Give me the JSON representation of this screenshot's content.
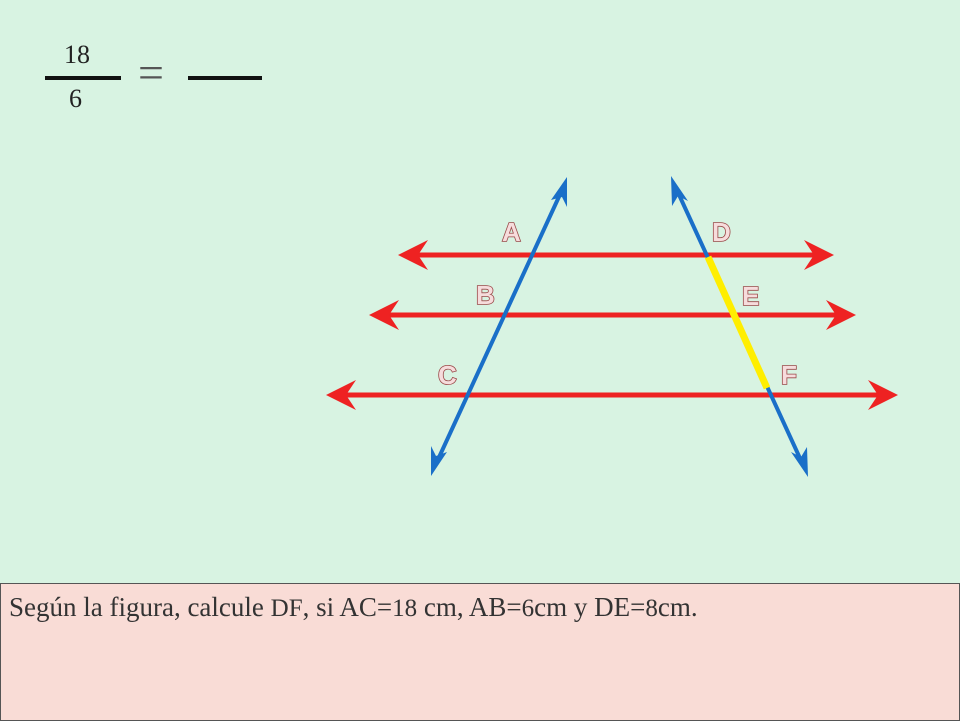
{
  "fraction": {
    "numerator": "18",
    "denominator": "6",
    "equals": "="
  },
  "points": {
    "A": "A",
    "B": "B",
    "C": "C",
    "D": "D",
    "E": "E",
    "F": "F"
  },
  "colors": {
    "background": "#d8f3e2",
    "parallel_lines": "#ee2222",
    "transversals": "#1a6fc8",
    "highlight_segment": "#ffee00",
    "problem_box": "#f9dcd6"
  },
  "problem": {
    "intro": "Según la figura, calcule ",
    "target": "DF",
    "given_prefix": ", si AC=",
    "ac_value": "18",
    "ab_prefix": " cm, AB=",
    "ab_value": "6",
    "de_prefix": "cm y DE=",
    "de_value": "8",
    "suffix": "cm."
  }
}
